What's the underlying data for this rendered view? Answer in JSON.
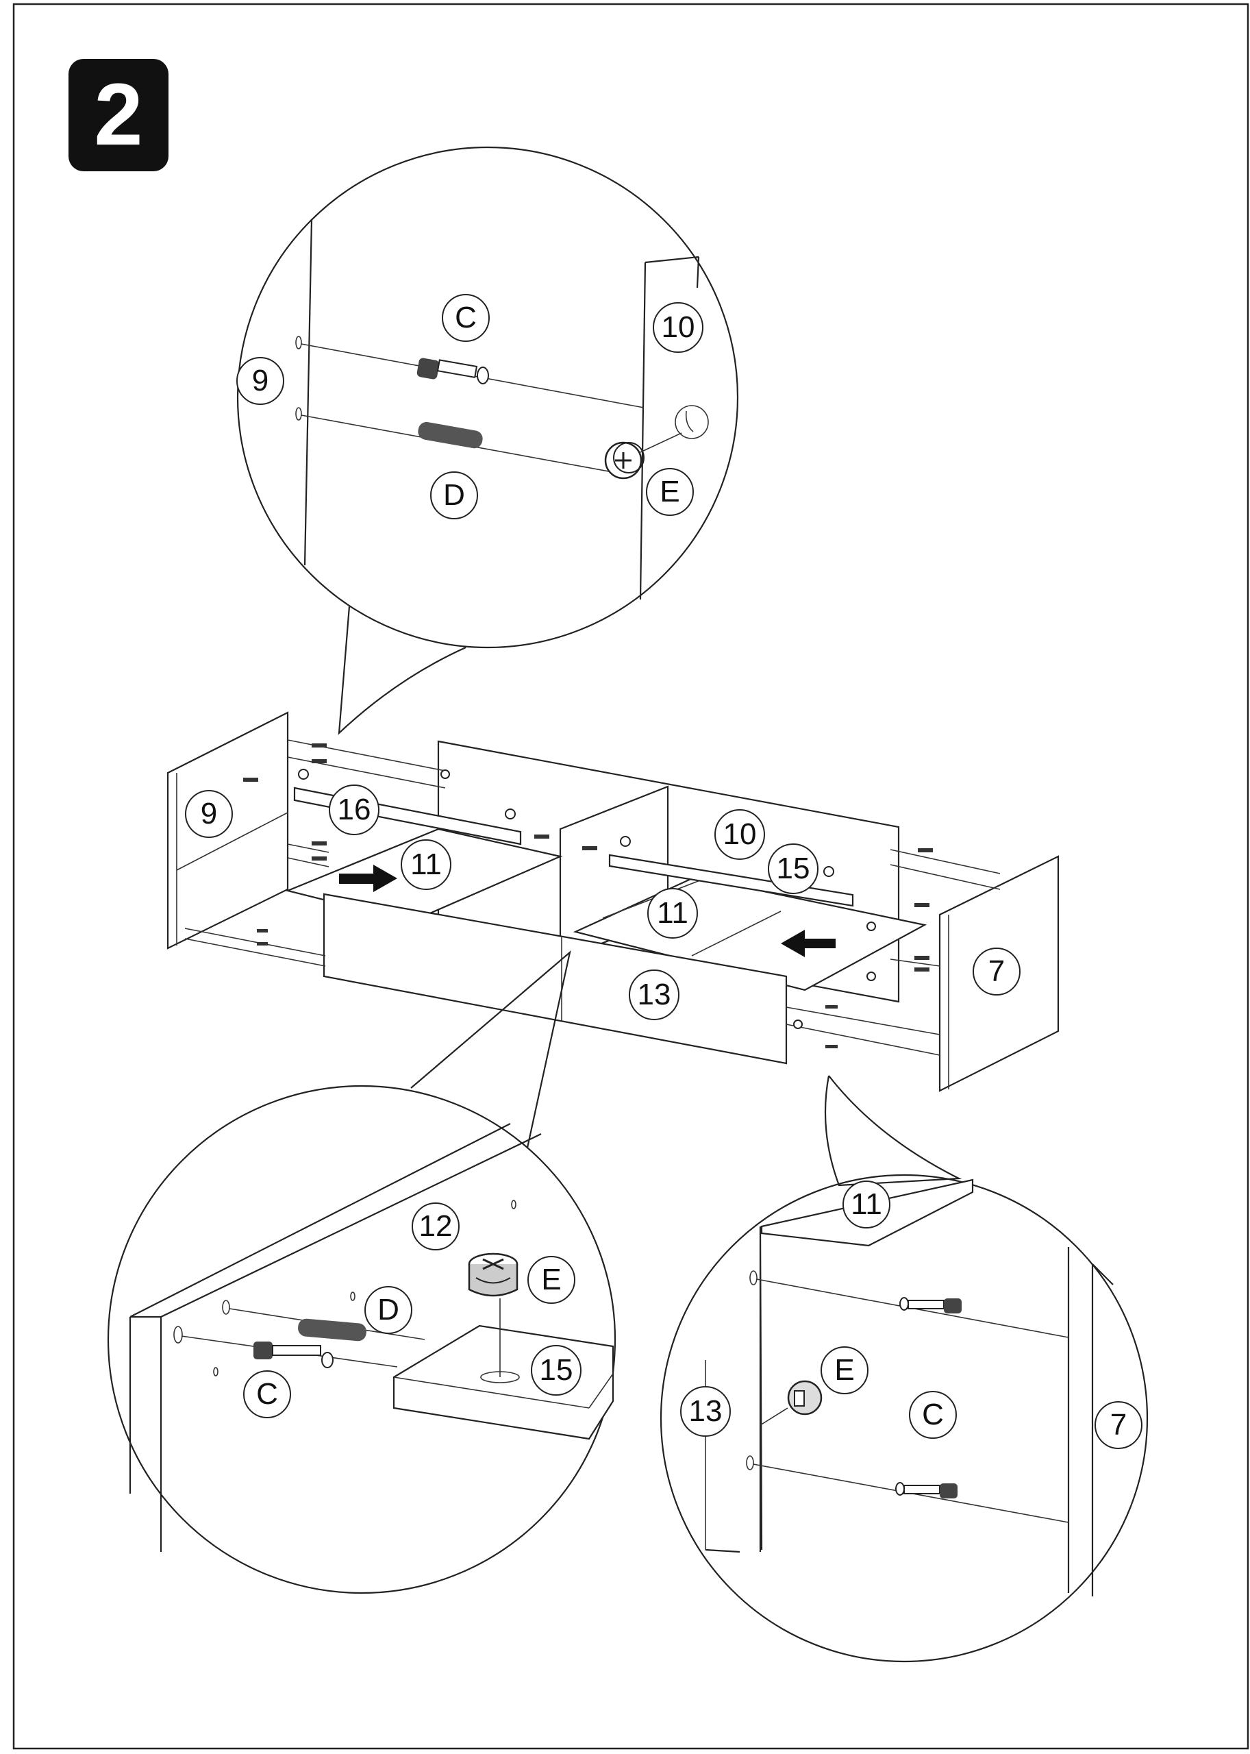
{
  "step": {
    "number": "2"
  },
  "labels": {
    "detail_top": {
      "c": "C",
      "d": "D",
      "e": "E",
      "left_panel": "9",
      "right_panel": "10"
    },
    "main": {
      "p9": "9",
      "p16": "16",
      "p11a": "11",
      "p10": "10",
      "p15": "15",
      "p11b": "11",
      "p13": "13",
      "p7": "7"
    },
    "detail_bottom_left": {
      "p12": "12",
      "e": "E",
      "d": "D",
      "c": "C",
      "p15": "15"
    },
    "detail_bottom_right": {
      "p11": "11",
      "e": "E",
      "c": "C",
      "p13": "13",
      "p7": "7"
    }
  }
}
